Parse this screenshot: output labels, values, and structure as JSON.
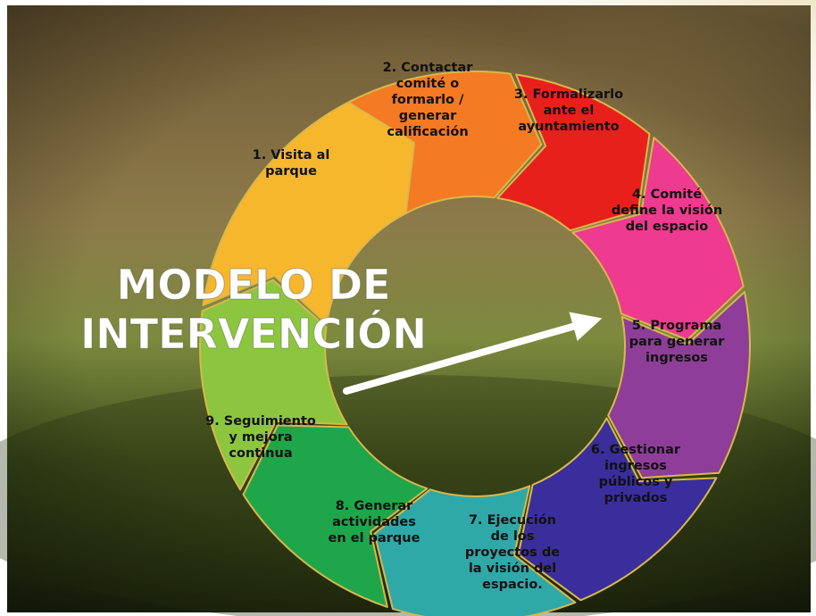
{
  "title": {
    "line1": "MODELO DE",
    "line2": "INTERVENCIÓN"
  },
  "steps": [
    {
      "lines": [
        "1. Visita al",
        "parque"
      ],
      "color": "#F7B72D"
    },
    {
      "lines": [
        "2. Contactar",
        "comité o",
        "formarlo /",
        "generar",
        "calificación"
      ],
      "color": "#F47A24"
    },
    {
      "lines": [
        "3. Formalizarlo",
        "ante el",
        "ayuntamiento"
      ],
      "color": "#E8201B"
    },
    {
      "lines": [
        "4. Comité",
        "define la visión",
        "del espacio"
      ],
      "color": "#EE3A8F"
    },
    {
      "lines": [
        "5. Programa",
        "para generar",
        "ingresos"
      ],
      "color": "#8E3E98"
    },
    {
      "lines": [
        "6. Gestionar",
        "ingresos",
        "públicos y",
        "privados"
      ],
      "color": "#3A2E9C"
    },
    {
      "lines": [
        "7. Ejecución",
        "de los",
        "proyectos de",
        "la visión del",
        "espacio."
      ],
      "color": "#2FA8A8"
    },
    {
      "lines": [
        "8. Generar",
        "actividades",
        "en el parque"
      ],
      "color": "#1FA64A"
    },
    {
      "lines": [
        "9. Seguimiento",
        "y mejora",
        "continua"
      ],
      "color": "#8CC63F"
    }
  ]
}
